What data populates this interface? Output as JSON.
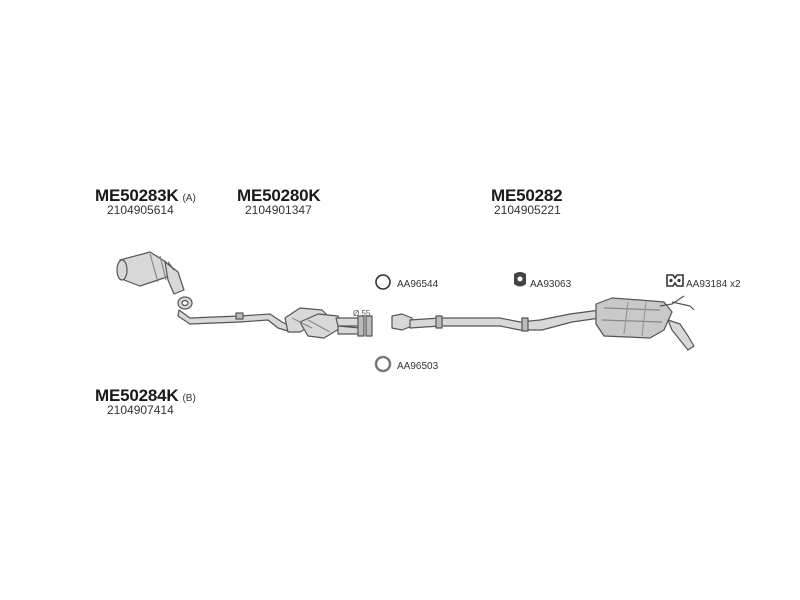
{
  "parts": {
    "p1": {
      "code": "ME50283K",
      "variant": "(A)",
      "number": "2104905614"
    },
    "p2": {
      "code": "ME50280K",
      "number": "2104901347"
    },
    "p3": {
      "code": "ME50282",
      "number": "2104905221"
    },
    "p4": {
      "code": "ME50284K",
      "variant": "(B)",
      "number": "2104907414"
    }
  },
  "accessories": {
    "a1": {
      "code": "AA96544",
      "icon": "ring-icon"
    },
    "a2": {
      "code": "AA93063",
      "icon": "rubber-mount-icon"
    },
    "a3": {
      "code": "AA93184",
      "qty": "x2",
      "icon": "hanger-icon"
    },
    "a4": {
      "code": "AA96503",
      "icon": "gasket-icon"
    }
  },
  "labels": {
    "diameter": "Ø 55"
  },
  "colors": {
    "pipe_fill": "#d8d8d8",
    "pipe_stroke": "#555555",
    "muffler_fill": "#c9c9c9"
  }
}
